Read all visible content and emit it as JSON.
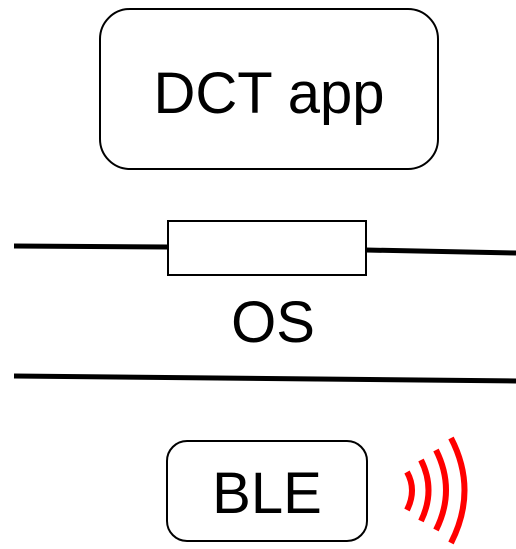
{
  "diagram": {
    "app_box": {
      "label": "DCT app"
    },
    "os_layer": {
      "label": "OS"
    },
    "ble_box": {
      "label": "BLE"
    },
    "signal_icon": {
      "name": "wireless-signal-icon",
      "color": "#ff0000"
    }
  }
}
